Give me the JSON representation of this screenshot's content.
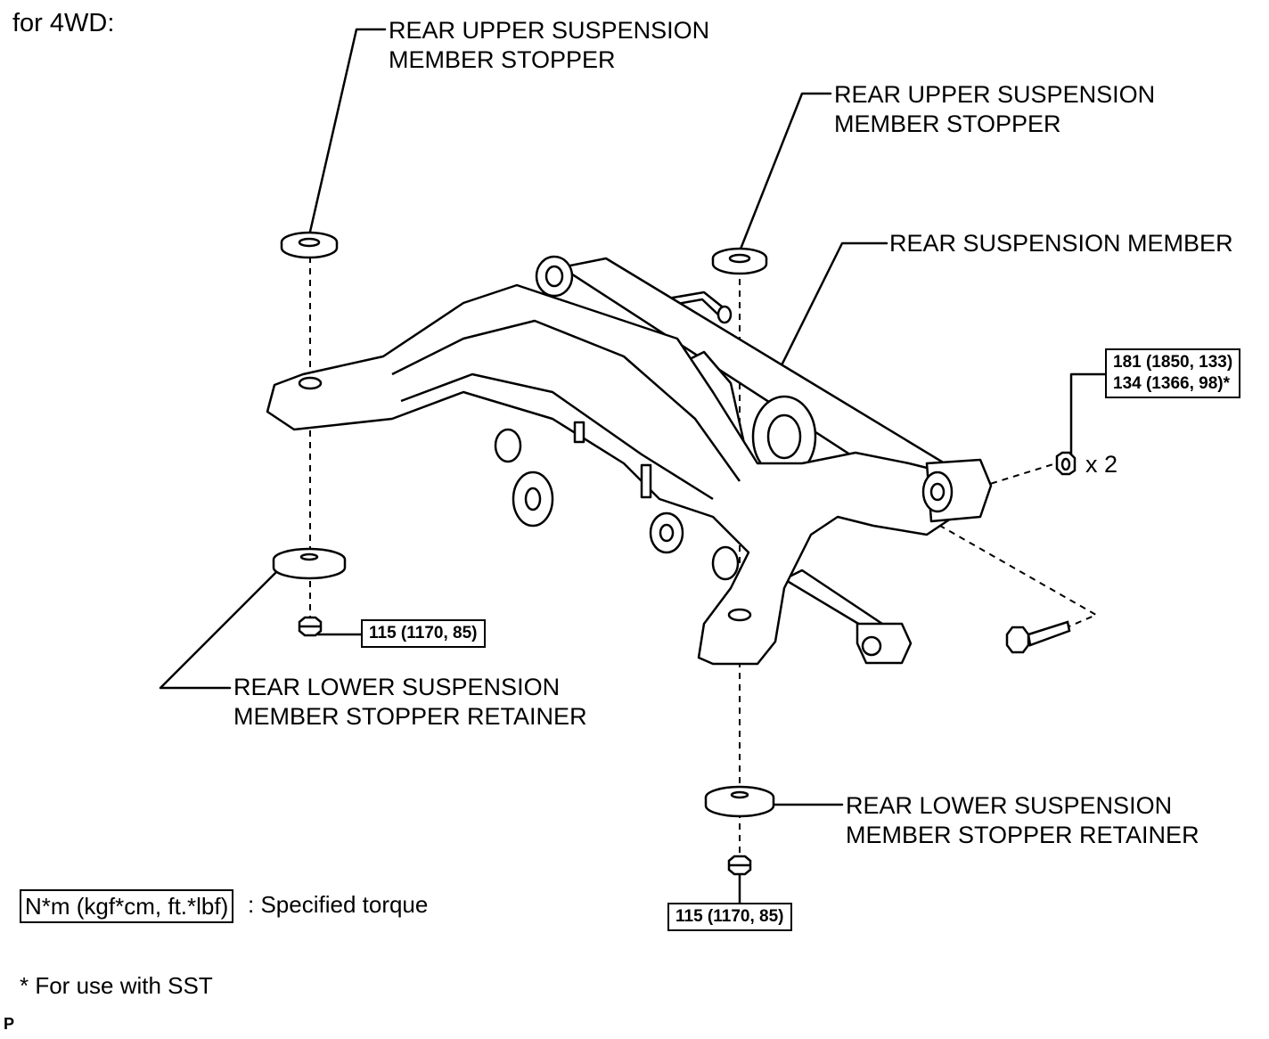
{
  "heading": "for 4WD:",
  "labels": {
    "upper_stopper_left": [
      "REAR UPPER SUSPENSION",
      "MEMBER STOPPER"
    ],
    "upper_stopper_right": [
      "REAR UPPER SUSPENSION",
      "MEMBER STOPPER"
    ],
    "member": "REAR SUSPENSION MEMBER",
    "lower_retainer_left": [
      "REAR LOWER SUSPENSION",
      "MEMBER STOPPER RETAINER"
    ],
    "lower_retainer_right": [
      "REAR LOWER SUSPENSION",
      "MEMBER STOPPER RETAINER"
    ]
  },
  "torque": {
    "upper_right": [
      "181 (1850, 133)",
      "134 (1366, 98)*"
    ],
    "lower_left": "115 (1170, 85)",
    "lower_bottom": "115 (1170, 85)"
  },
  "quantity": "x 2",
  "legend": {
    "unit": "N*m (kgf*cm, ft.*lbf)",
    "description": ": Specified torque"
  },
  "footnote": "* For use with SST",
  "page_mark": "P"
}
